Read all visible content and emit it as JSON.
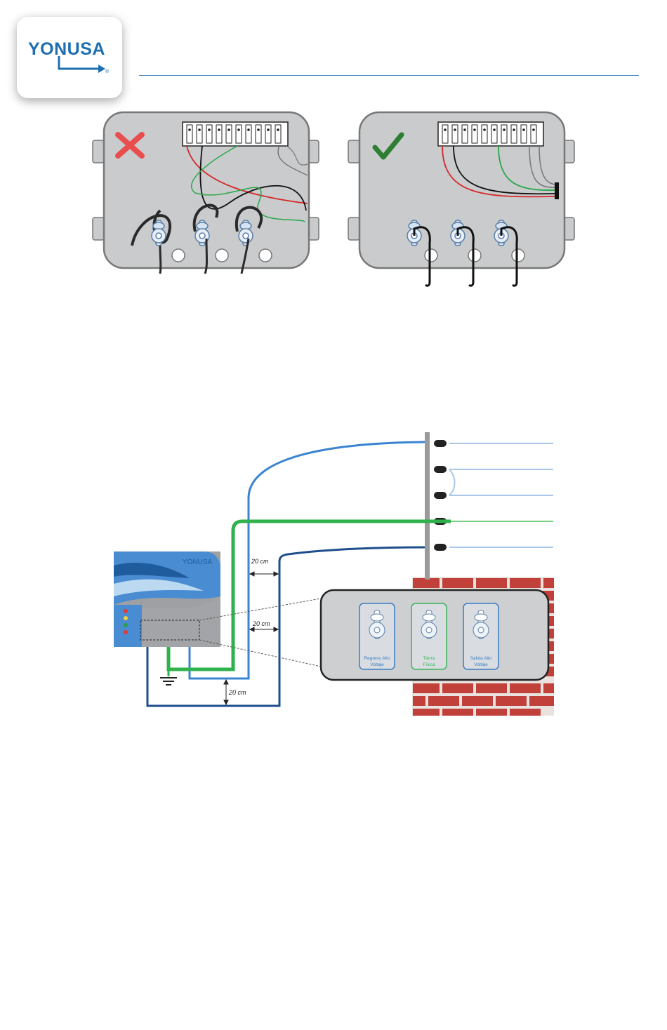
{
  "header": {
    "brand": "YONUSA",
    "brand_mark": "®",
    "rule_color": "#3f86c4"
  },
  "figure_wiring_comparison": {
    "wrong_panel": {
      "symbol": "cross-icon",
      "color": "#e94e4e"
    },
    "right_panel": {
      "symbol": "check-icon",
      "color": "#2d7d32"
    }
  },
  "figure_installation": {
    "energizer_brand": "YONUSA",
    "distance_labels": [
      "20 cm",
      "20 cm",
      "20 cm"
    ],
    "terminals": [
      {
        "label_line1": "Regreso Alto",
        "label_line2": "Voltaje",
        "color": "#3b7dc1"
      },
      {
        "label_line1": "Tierra",
        "label_line2": "Física",
        "color": "#3cb35a"
      },
      {
        "label_line1": "Salida Alto",
        "label_line2": "Voltaje",
        "color": "#3b7dc1"
      }
    ],
    "wire_colors": {
      "return": "#1f4e8c",
      "ground": "#2fb14b",
      "output": "#3b84d1"
    }
  }
}
